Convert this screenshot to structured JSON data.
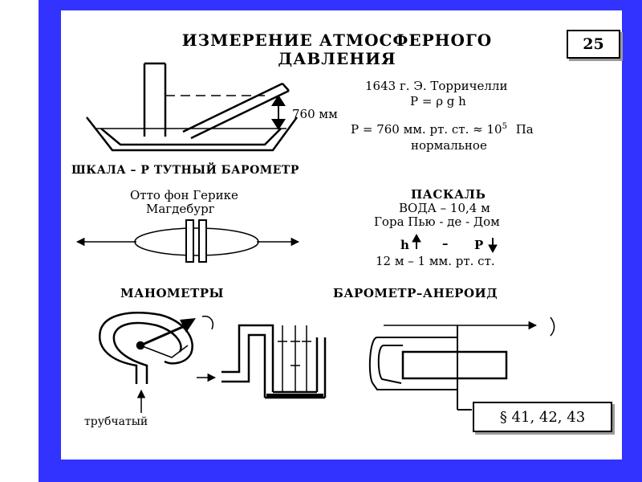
{
  "colors": {
    "frame": "#3333ff",
    "ink": "#000000",
    "shadow": "#9a9a9a"
  },
  "title": {
    "line1": "ИЗМЕРЕНИЕ АТМОСФЕРНОГО",
    "line2": "ДАВЛЕНИЯ"
  },
  "slide_number": "25",
  "torricelli": {
    "label_760": "760 мм",
    "year_author": "1643 г. Э. Торричелли",
    "formula": "P = ρ g h",
    "normal_value_prefix": "P = 760 мм. рт. ст. ≈ 10",
    "normal_value_exp": "5",
    "normal_value_unit": "Па",
    "normal_word": "нормальное",
    "scale_label": "ШКАЛА – Р ТУТНЫЙ БАРОМЕТР"
  },
  "guericke": {
    "name": "Отто фон Герике",
    "city": "Магдебург"
  },
  "pascal": {
    "heading": "ПАСКАЛЬ",
    "water": "ВОДА – 10,4 м",
    "mountain": "Гора Пью - де - Дом",
    "h_label": "h",
    "dash": "–",
    "p_label": "P",
    "ratio": "12 м – 1 мм. рт. ст."
  },
  "manometers": {
    "heading": "МАНОМЕТРЫ",
    "tube_label": "трубчатый"
  },
  "aneroid": {
    "heading": "БАРОМЕТР–АНЕРОИД"
  },
  "reference": "§ 41, 42, 43"
}
